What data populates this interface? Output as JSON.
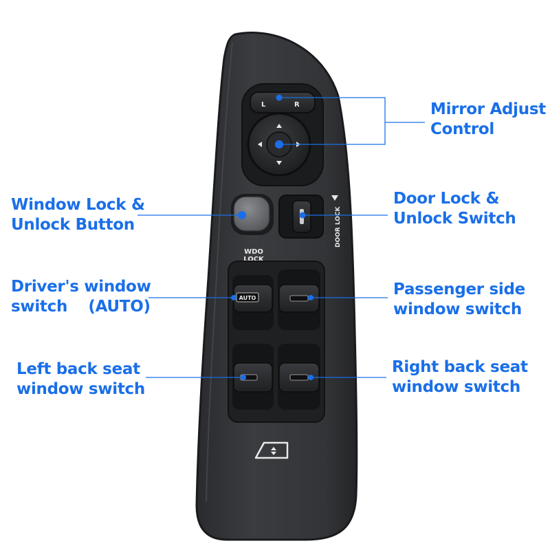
{
  "colors": {
    "callout": "#1a6fe8",
    "panel": "#343538",
    "panel_edge": "#1d1e20",
    "switch_well": "#17181a",
    "switch_cap": "#2b2c2f",
    "button_grey": "#6b6d70",
    "marking": "#e9e9e9",
    "background": "#ffffff"
  },
  "panel_markings": {
    "mirror_left": "L",
    "mirror_right": "R",
    "wdo_lock_line1": "WDO",
    "wdo_lock_line2": "LOCK",
    "door_lock": "DOOR LOCK",
    "auto": "AUTO"
  },
  "callouts": [
    {
      "id": "mirror-adjust-control",
      "lines": [
        "Mirror Adjust",
        "Control"
      ]
    },
    {
      "id": "window-lock-unlock-button",
      "lines": [
        "Window Lock &",
        "Unlock Button"
      ]
    },
    {
      "id": "door-lock-unlock-switch",
      "lines": [
        "Door Lock &",
        "Unlock Switch"
      ]
    },
    {
      "id": "drivers-window-switch",
      "lines": [
        "Driver's window",
        "switch 　(AUTO)"
      ]
    },
    {
      "id": "passenger-side-window-switch",
      "lines": [
        "Passenger side",
        "window switch"
      ]
    },
    {
      "id": "left-back-seat-window-switch",
      "lines": [
        "Left back seat",
        "window switch"
      ]
    },
    {
      "id": "right-back-seat-window-switch",
      "lines": [
        "Right back seat",
        "window switch"
      ]
    }
  ]
}
